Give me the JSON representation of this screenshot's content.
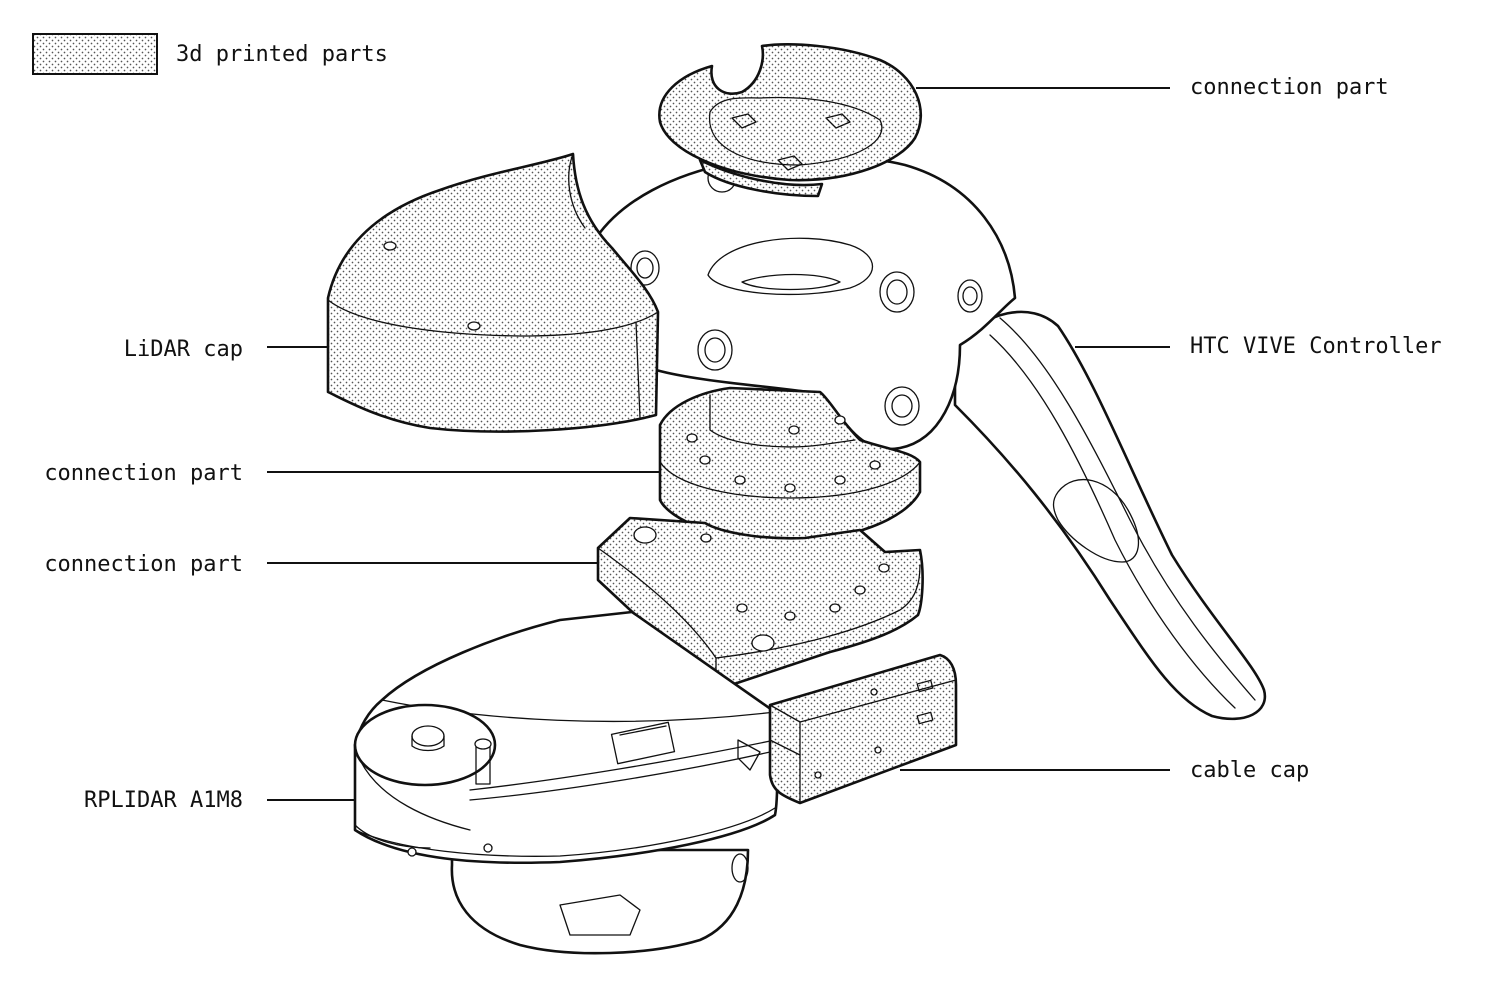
{
  "legend": {
    "label": "3d printed parts"
  },
  "labels": {
    "connection_top": "connection part",
    "htc": "HTC VIVE Controller",
    "lidar_cap": "LiDAR cap",
    "connection_mid": "connection part",
    "connection_plate": "connection part",
    "rplidar": "RPLIDAR A1M8",
    "cable_cap": "cable cap"
  },
  "colors": {
    "line": "#111111",
    "background": "#ffffff",
    "dots": "#555555"
  }
}
